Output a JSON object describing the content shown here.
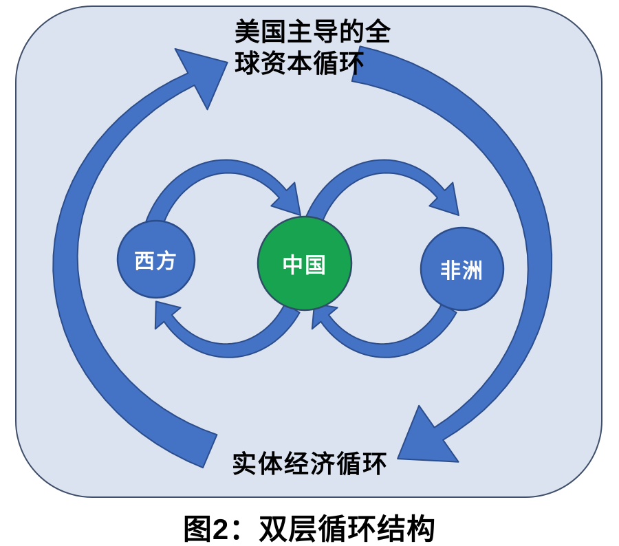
{
  "figure": {
    "title_lines": [
      "美国主导的全",
      "球资本循环"
    ],
    "title_full": "美国主导的全球资本循环",
    "bottom_label": "实体经济循环",
    "caption": "图2：双层循环结构",
    "nodes": [
      {
        "id": "west",
        "label": "西方",
        "fill": "#4472c4",
        "border": "#2b4d8c"
      },
      {
        "id": "china",
        "label": "中国",
        "fill": "#17a350",
        "border": "#2e4e66"
      },
      {
        "id": "africa",
        "label": "非洲",
        "fill": "#4472c4",
        "border": "#2b4d8c"
      }
    ],
    "flows": {
      "outer_cycle": {
        "top": "美国主导的全球资本循环",
        "bottom": "实体经济循环",
        "direction": "clockwise"
      },
      "inner_edges": [
        {
          "from": "西方",
          "to": "中国",
          "via": "top"
        },
        {
          "from": "中国",
          "to": "非洲",
          "via": "top"
        },
        {
          "from": "非洲",
          "to": "中国",
          "via": "bottom"
        },
        {
          "from": "中国",
          "to": "西方",
          "via": "bottom"
        }
      ]
    },
    "colors": {
      "panel_bg": "#dbe2f0",
      "panel_border": "#3f4e69",
      "arrow_fill": "#4472c4",
      "arrow_border": "#2b4d8c",
      "node_text": "#ffffff",
      "label_text": "#000000"
    }
  }
}
